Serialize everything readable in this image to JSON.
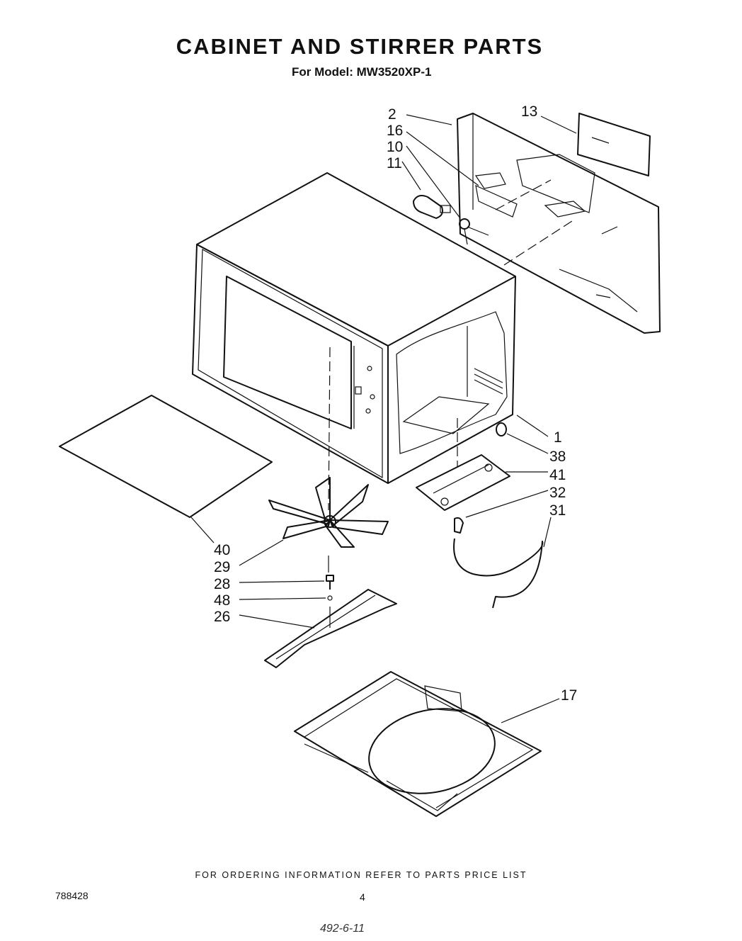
{
  "header": {
    "title": "CABINET AND STIRRER PARTS",
    "model_prefix": "For Model:",
    "model": "MW3520XP-1"
  },
  "callouts": [
    {
      "id": "c2",
      "label": "2"
    },
    {
      "id": "c16",
      "label": "16"
    },
    {
      "id": "c10",
      "label": "10"
    },
    {
      "id": "c11",
      "label": "11"
    },
    {
      "id": "c13",
      "label": "13"
    },
    {
      "id": "c1",
      "label": "1"
    },
    {
      "id": "c38",
      "label": "38"
    },
    {
      "id": "c41",
      "label": "41"
    },
    {
      "id": "c32",
      "label": "32"
    },
    {
      "id": "c31",
      "label": "31"
    },
    {
      "id": "c40",
      "label": "40"
    },
    {
      "id": "c29",
      "label": "29"
    },
    {
      "id": "c28",
      "label": "28"
    },
    {
      "id": "c48",
      "label": "48"
    },
    {
      "id": "c26",
      "label": "26"
    },
    {
      "id": "c17",
      "label": "17"
    }
  ],
  "footer": {
    "ordering_note": "FOR ORDERING INFORMATION REFER TO PARTS PRICE LIST",
    "doc_number": "788428",
    "page_number": "4",
    "handwritten": "492-6-11"
  }
}
